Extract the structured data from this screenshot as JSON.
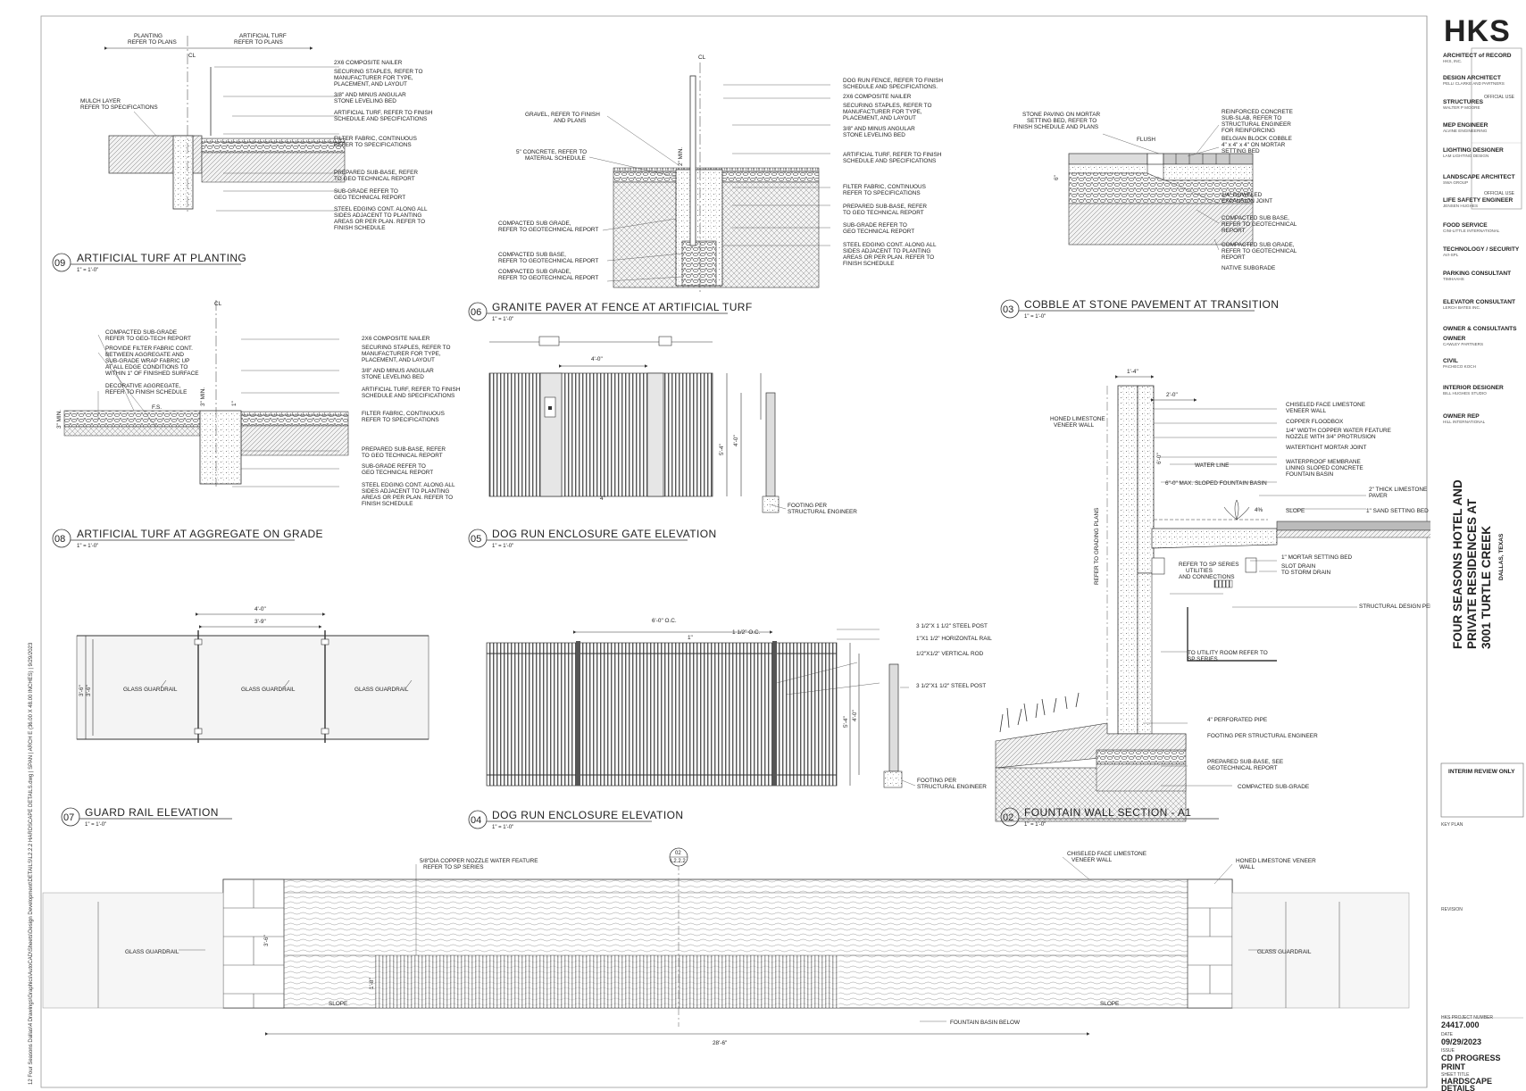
{
  "titleblock": {
    "logo": "HKS",
    "roles": [
      {
        "role": "ARCHITECT of RECORD",
        "firm": "HKS, INC."
      },
      {
        "role": "DESIGN ARCHITECT",
        "firm": "PELLI CLARKE AND PARTNERS"
      },
      {
        "role": "STRUCTURES",
        "firm": "WALTER P MOORE"
      },
      {
        "role": "MEP ENGINEER",
        "firm": "ALVINE ENGINEERING"
      },
      {
        "role": "LIGHTING DESIGNER",
        "firm": "LAM LIGHTING DESIGN"
      },
      {
        "role": "LANDSCAPE ARCHITECT",
        "firm": "SWA GROUP"
      },
      {
        "role": "LIFE SAFETY ENGINEER",
        "firm": "JENSEN HUGHES"
      },
      {
        "role": "FOOD SERVICE",
        "firm": "CINI-LITTLE INTERNATIONAL"
      },
      {
        "role": "TECHNOLOGY / SECURITY",
        "firm": "AVI-SPL"
      },
      {
        "role": "PARKING CONSULTANT",
        "firm": "TIMHAAHS"
      },
      {
        "role": "ELEVATOR CONSULTANT",
        "firm": "LERCH BATES INC."
      }
    ],
    "owner_header": "OWNER & CONSULTANTS",
    "owner_roles": [
      {
        "role": "OWNER",
        "firm": "CAWLEY PARTNERS"
      },
      {
        "role": "CIVIL",
        "firm": "PACHECO KOCH"
      },
      {
        "role": "INTERIOR DESIGNER",
        "firm": "BILL HUGHES STUDIO"
      },
      {
        "role": "OWNER REP",
        "firm": "HILL INTERNATIONAL"
      }
    ],
    "official_use": "OFFICIAL USE",
    "interim_review": "INTERIM REVIEW ONLY",
    "key_plan": "KEY PLAN",
    "revision": "REVISION",
    "project_lines": [
      "FOUR SEASONS HOTEL AND",
      "PRIVATE RESIDENCES AT",
      "3001 TURTLE CREEK"
    ],
    "project_city": "DALLAS, TEXAS",
    "project_number_label": "HKS PROJECT NUMBER",
    "project_number": "24417.000",
    "date_label": "DATE",
    "date": "09/29/2023",
    "issue_label": "ISSUE",
    "issue_lines": [
      "CD PROGRESS",
      "PRINT"
    ],
    "sheet_title_label": "SHEET TITLE",
    "sheet_title_lines": [
      "HARDSCAPE",
      "DETAILS"
    ]
  },
  "side_path": "12 Four Seasons Dallas\\4 Drawings\\Graphics\\AutoCAD\\Sheets\\Design Development\\DETAILS\\L2.2.2 HARDSCAPE DETAILS.dwg | SPAN | ARCH E (36.00 X 48.00 INCHES) | 9/29/2023",
  "details": [
    {
      "num": "09",
      "title": "ARTIFICIAL TURF AT PLANTING",
      "scale": "1\" = 1'-0\""
    },
    {
      "num": "06",
      "title": "GRANITE PAVER AT FENCE AT ARTIFICIAL TURF",
      "scale": "1\" = 1'-0\""
    },
    {
      "num": "03",
      "title": "COBBLE AT STONE PAVEMENT AT TRANSITION",
      "scale": "1\" = 1'-0\""
    },
    {
      "num": "08",
      "title": "ARTIFICIAL TURF AT AGGREGATE ON GRADE",
      "scale": "1\" = 1'-0\""
    },
    {
      "num": "05",
      "title": "DOG RUN ENCLOSURE GATE ELEVATION",
      "scale": "1\" = 1'-0\""
    },
    {
      "num": "07",
      "title": "GUARD RAIL ELEVATION",
      "scale": "1\" = 1'-0\""
    },
    {
      "num": "04",
      "title": "DOG RUN ENCLOSURE ELEVATION",
      "scale": "1\" = 1'-0\""
    },
    {
      "num": "02",
      "title": "FOUNTAIN WALL SECTION - A1",
      "scale": "1\" = 1'-0\""
    }
  ],
  "notes": {
    "d09_top": [
      "PLANTING",
      "REFER TO PLANS",
      "ARTIFICIAL TURF",
      "REFER TO PLANS",
      "CL"
    ],
    "d09": [
      "2X6 COMPOSITE NAILER",
      "SECURING STAPLES, REFER TO",
      "MANUFACTURER FOR TYPE,",
      "PLACEMENT, AND LAYOUT",
      "3/8\" AND MINUS ANGULAR",
      "STONE LEVELING BED",
      "ARTIFICIAL TURF, REFER TO FINISH",
      "SCHEDULE AND SPECIFICATIONS",
      "FILTER FABRIC, CONTINUOUS",
      "REFER TO SPECIFICATIONS",
      "PREPARED SUB-BASE, REFER",
      "TO GEO TECHNICAL REPORT",
      "SUB-GRADE REFER TO",
      "GEO TECHNICAL REPORT",
      "STEEL EDGING CONT. ALONG ALL",
      "SIDES ADJACENT TO PLANTING",
      "AREAS OR PER PLAN. REFER TO",
      "FINISH SCHEDULE"
    ],
    "d09_left": [
      "MULCH LAYER",
      "REFER TO SPECIFICATIONS"
    ],
    "d06_left": [
      "GRAVEL, REFER TO FINISH",
      "AND PLANS",
      "5\" CONCRETE, REFER TO",
      "MATERIAL SCHEDULE",
      "COMPACTED SUB GRADE,",
      "REFER TO GEOTECHNICAL REPORT",
      "COMPACTED SUB BASE,",
      "REFER TO GEOTECHNICAL REPORT",
      "COMPACTED SUB GRADE,",
      "REFER TO GEOTECHNICAL REPORT"
    ],
    "d06_right": [
      "DOG RUN FENCE, REFER TO FINISH",
      "SCHEDULE AND SPECIFICATIONS.",
      "2X6 COMPOSITE NAILER",
      "SECURING STAPLES, REFER TO",
      "MANUFACTURER FOR TYPE,",
      "PLACEMENT, AND LAYOUT",
      "3/8\" AND MINUS ANGULAR",
      "STONE LEVELING BED",
      "ARTIFICIAL TURF, REFER TO FINISH",
      "SCHEDULE AND SPECIFICATIONS",
      "FILTER FABRIC, CONTINUOUS",
      "REFER TO SPECIFICATIONS",
      "PREPARED SUB-BASE, REFER",
      "TO GEO TECHNICAL REPORT",
      "SUB-GRADE REFER TO",
      "GEO TECHNICAL REPORT",
      "STEEL EDGING CONT. ALONG ALL",
      "SIDES ADJACENT TO PLANTING",
      "AREAS OR PER PLAN. REFER TO",
      "FINISH SCHEDULE"
    ],
    "d06_dim": [
      "CL",
      "2\" MIN."
    ],
    "d03_left": [
      "STONE PAVING ON MORTAR",
      "SETTING BED, REFER TO",
      "FINISH SCHEDULE AND PLANS"
    ],
    "d03_right": [
      "REINFORCED CONCRETE",
      "SUB-SLAB, REFER TO",
      "STRUCTURAL ENGINEER",
      "FOR REINFORCING",
      "BELGIAN BLOCK COBBLE",
      "4\" x 4\" x 4\" ON MORTAR",
      "SETTING BED",
      "1/4\" DOWELED",
      "EXPANSION JOINT",
      "COMPACTED SUB BASE,",
      "REFER TO GEOTECHNICAL",
      "REPORT",
      "COMPACTED SUB GRADE,",
      "REFER TO GEOTECHNICAL",
      "REPORT",
      "NATIVE SUBGRADE"
    ],
    "d03_dim": [
      "FLUSH",
      "6\""
    ],
    "d08_left": [
      "COMPACTED SUB-GRADE",
      "REFER TO GEO-TECH REPORT",
      "PROVIDE FILTER FABRIC CONT.",
      "BETWEEN AGGREGATE AND",
      "SUB-GRADE WRAP FABRIC UP",
      "AT ALL EDGE CONDITIONS TO",
      "WITHIN 1\" OF FINISHED SURFACE",
      "DECORATIVE AGGREGATE,",
      "REFER TO FINISH SCHEDULE"
    ],
    "d08_right": [
      "2X6 COMPOSITE NAILER",
      "SECURING STAPLES, REFER TO",
      "MANUFACTURER FOR TYPE,",
      "PLACEMENT, AND LAYOUT",
      "3/8\" AND MINUS ANGULAR",
      "STONE LEVELING BED",
      "ARTIFICIAL TURF, REFER TO FINISH",
      "SCHEDULE AND SPECIFICATIONS",
      "FILTER FABRIC, CONTINUOUS",
      "REFER TO SPECIFICATIONS",
      "PREPARED SUB-BASE, REFER",
      "TO GEO TECHNICAL REPORT",
      "SUB-GRADE REFER TO",
      "GEO TECHNICAL REPORT",
      "STEEL EDGING CONT. ALONG ALL",
      "SIDES ADJACENT TO PLANTING",
      "AREAS OR PER PLAN. REFER TO",
      "FINISH SCHEDULE"
    ],
    "d08_dim": [
      "CL",
      "F.S.",
      "3\" MIN.",
      "1\"",
      "3\" MIN."
    ],
    "d05": [
      "4'-0\"",
      "5'-4\"",
      "4'-0\"",
      "4\"",
      "FOOTING PER",
      "STRUCTURAL ENGINEER"
    ],
    "d02": [
      "1'-4\"",
      "2'-0\"",
      "HONED LIMESTONE",
      "VENEER WALL",
      "CHISELED FACE LIMESTONE",
      "VENEER WALL",
      "COPPER FLOODBOX",
      "1/4\" WIDTH COPPER WATER FEATURE",
      "NOZZLE WITH 3/4\" PROTRUSION",
      "WATERTIGHT MORTAR JOINT",
      "WATER LINE",
      "WATERPROOF MEMBRANE",
      "LINING SLOPED CONCRETE",
      "FOUNTAIN BASIN",
      "6\"-0\" MAX. SLOPED FOUNTAIN BASIN",
      "2\" THICK LIMESTONE",
      "PAVER",
      "SLOPE",
      "1\" SAND SETTING BED",
      "4%",
      "1\" MORTAR SETTING BED",
      "SLOT DRAIN",
      "TO STORM DRAIN",
      "REFER TO SP SERIES",
      "UTILITIES",
      "AND CONNECTIONS",
      "STRUCTURAL DESIGN PER STRUCTURAL ENGINEER",
      "TO UTILITY ROOM REFER TO",
      "SP SERIES",
      "4\" PERFORATED PIPE",
      "FOOTING PER STRUCTURAL ENGINEER",
      "PREPARED SUB-BASE, SEE",
      "GEOTECHNICAL REPORT",
      "COMPACTED SUB-GRADE",
      "REFER TO GRADING PLANS",
      "6'-0\""
    ],
    "d07": [
      "4'-0\"",
      "3'-9\"",
      "GLASS GUARDRAIL",
      "GLASS GUARDRAIL",
      "GLASS GUARDRAIL",
      "3'-6\"",
      "3'-6\""
    ],
    "d04": [
      "6'-0\" O.C.",
      "1\"",
      "1 1/2\" O.C.",
      "3 1/2\"X 1 1/2\" STEEL POST",
      "1\"X1 1/2\" HORIZONTAL RAIL",
      "1/2\"X1/2\" VERTICAL ROD",
      "3 1/2\"X1 1/2\" STEEL POST",
      "5'-4\"",
      "4'-0\"",
      "FOOTING PER",
      "STRUCTURAL ENGINEER"
    ],
    "d01": [
      "5/8\"DIA COPPER NOZZLE WATER FEATURE",
      "REFER TO SP SERIES",
      "CHISELED FACE LIMESTONE",
      "VENEER WALL",
      "HONED LIMESTONE VENEER",
      "WALL",
      "GLASS GUARDRAIL",
      "GLASS GUARDRAIL",
      "SLOPE",
      "SLOPE",
      "FOUNTAIN BASIN BELOW",
      "28'-6\"",
      "3'-6\"",
      "1'-8\"",
      "02",
      "L2.2.2"
    ]
  }
}
